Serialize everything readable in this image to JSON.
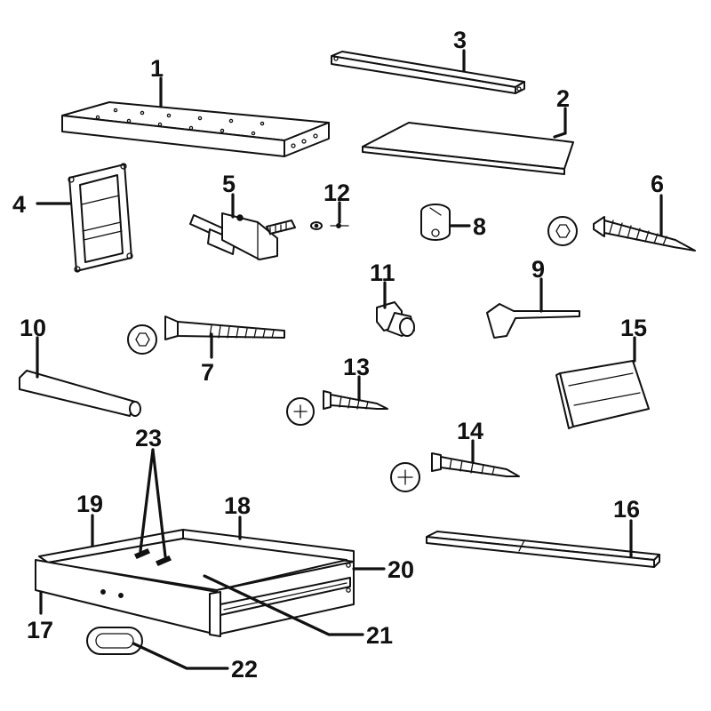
{
  "callouts": [
    "1",
    "2",
    "3",
    "4",
    "5",
    "6",
    "7",
    "8",
    "9",
    "10",
    "11",
    "12",
    "13",
    "14",
    "15",
    "16",
    "17",
    "18",
    "19",
    "20",
    "21",
    "22",
    "23"
  ],
  "colors": {
    "line": "#111111",
    "background": "#ffffff"
  }
}
